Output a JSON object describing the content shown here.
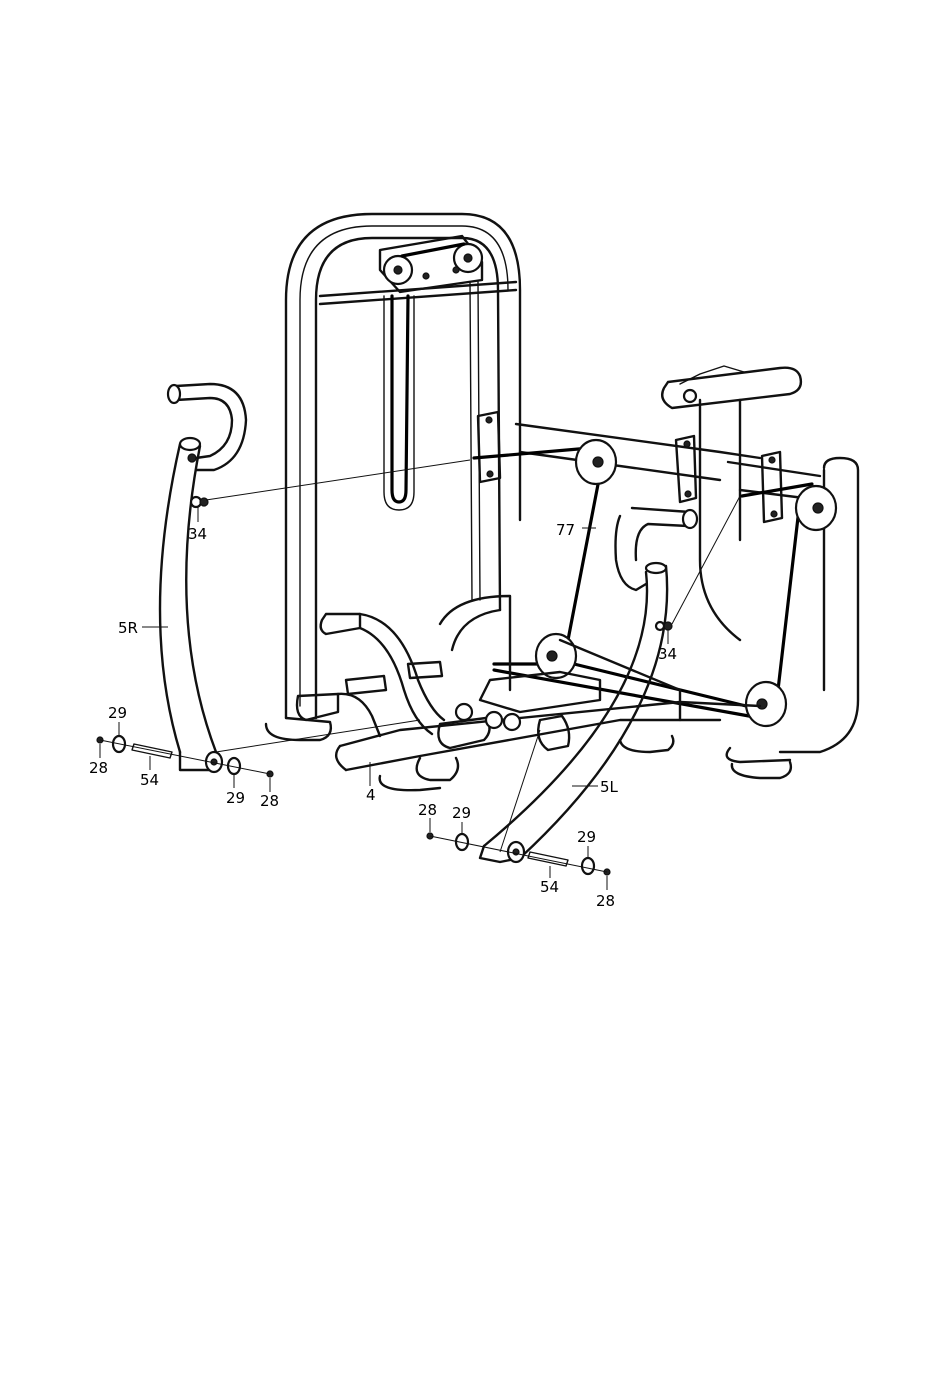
{
  "callouts": {
    "c34_right_arm": "34",
    "c77": "77",
    "c5R": "5R",
    "c34_left_arm": "34",
    "c29_a": "29",
    "c28_a": "28",
    "c54_a": "54",
    "c29_b": "29",
    "c28_b": "28",
    "c4": "4",
    "c5L": "5L",
    "c28_c": "28",
    "c29_c": "29",
    "c29_d": "29",
    "c54_b": "54",
    "c28_d": "28"
  }
}
